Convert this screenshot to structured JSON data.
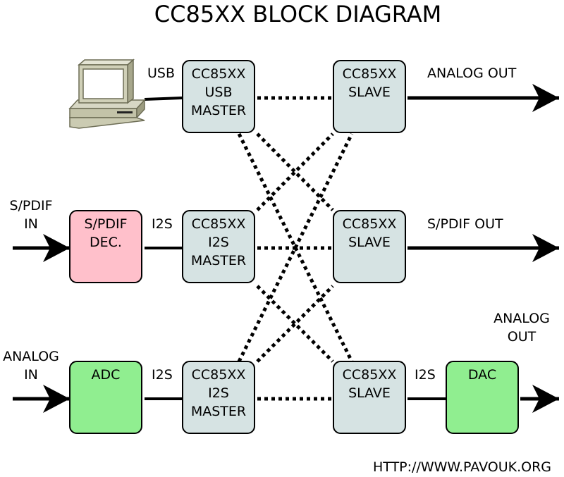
{
  "title": "CC85XX BLOCK DIAGRAM",
  "colors": {
    "master_slave_fill": "#d6e3e3",
    "spdif_fill": "#ffc0cb",
    "adc_dac_fill": "#90ee90",
    "stroke": "#000000"
  },
  "icons": {
    "computer": "computer-icon"
  },
  "blocks": {
    "usb_master": [
      "CC85XX",
      "USB",
      "MASTER"
    ],
    "i2s_master_1": [
      "CC85XX",
      "I2S",
      "MASTER"
    ],
    "i2s_master_2": [
      "CC85XX",
      "I2S",
      "MASTER"
    ],
    "slave_1": [
      "CC85XX",
      "SLAVE"
    ],
    "slave_2": [
      "CC85XX",
      "SLAVE"
    ],
    "slave_3": [
      "CC85XX",
      "SLAVE"
    ],
    "spdif_dec": [
      "S/PDIF",
      "DEC."
    ],
    "adc": [
      "ADC"
    ],
    "dac": [
      "DAC"
    ]
  },
  "labels": {
    "usb": "USB",
    "i2s_1": "I2S",
    "i2s_2": "I2S",
    "i2s_3": "I2S",
    "spdif_in": [
      "S/PDIF",
      "IN"
    ],
    "analog_in": [
      "ANALOG",
      "IN"
    ],
    "analog_out_1": "ANALOG OUT",
    "spdif_out": "S/PDIF OUT",
    "analog_out_2": [
      "ANALOG",
      "OUT"
    ]
  },
  "footer": "HTTP://WWW.PAVOUK.ORG"
}
